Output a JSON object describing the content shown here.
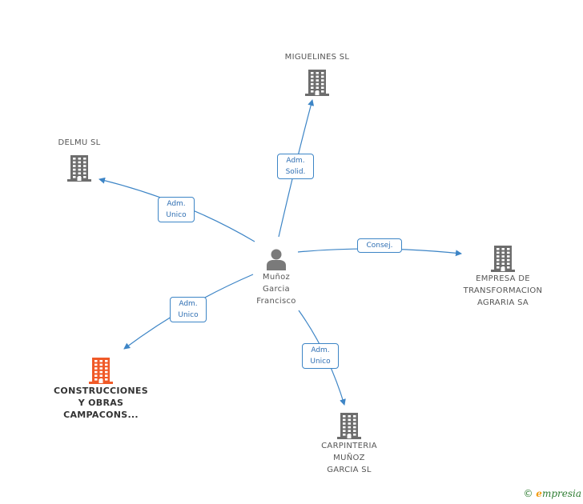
{
  "center": {
    "name": "Muñoz Garcia Francisco",
    "lines": [
      "Muñoz",
      "Garcia",
      "Francisco"
    ]
  },
  "companies": [
    {
      "id": "miguelines",
      "lines": [
        "MIGUELINES SL"
      ],
      "highlight": false
    },
    {
      "id": "delmu",
      "lines": [
        "DELMU SL"
      ],
      "highlight": false
    },
    {
      "id": "empresa",
      "lines": [
        "EMPRESA DE",
        "TRANSFORMACION",
        "AGRARIA SA"
      ],
      "highlight": false
    },
    {
      "id": "construcciones",
      "lines": [
        "CONSTRUCCIONES",
        "Y OBRAS",
        "CAMPACONS..."
      ],
      "highlight": true
    },
    {
      "id": "carpinteria",
      "lines": [
        "CARPINTERIA",
        "MUÑOZ",
        "GARCIA SL"
      ],
      "highlight": false
    }
  ],
  "relations": [
    {
      "to": "miguelines",
      "lines": [
        "Adm.",
        "Solid."
      ]
    },
    {
      "to": "delmu",
      "lines": [
        "Adm.",
        "Unico"
      ]
    },
    {
      "to": "empresa",
      "lines": [
        "Consej."
      ]
    },
    {
      "to": "construcciones",
      "lines": [
        "Adm.",
        "Unico"
      ]
    },
    {
      "to": "carpinteria",
      "lines": [
        "Adm.",
        "Unico"
      ]
    }
  ],
  "colors": {
    "edge": "#3d85c6",
    "building": "#6d6d6d",
    "building_highlight": "#f05a28",
    "person": "#7a7a7a"
  },
  "icons": {
    "company": "building-icon",
    "person": "person-icon"
  },
  "footer": {
    "copyright": "©",
    "brand": "mpresia",
    "brand_initial": "e"
  }
}
